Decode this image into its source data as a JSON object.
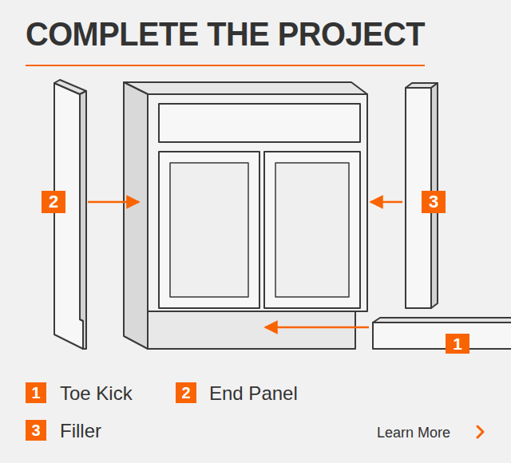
{
  "diagram": {
    "title": "COMPLETE THE PROJECT",
    "labels": [
      "2",
      "3",
      "1",
      "1",
      "Toe Kick",
      "2",
      "End Panel",
      "3",
      "Filler",
      "Learn More"
    ]
  }
}
